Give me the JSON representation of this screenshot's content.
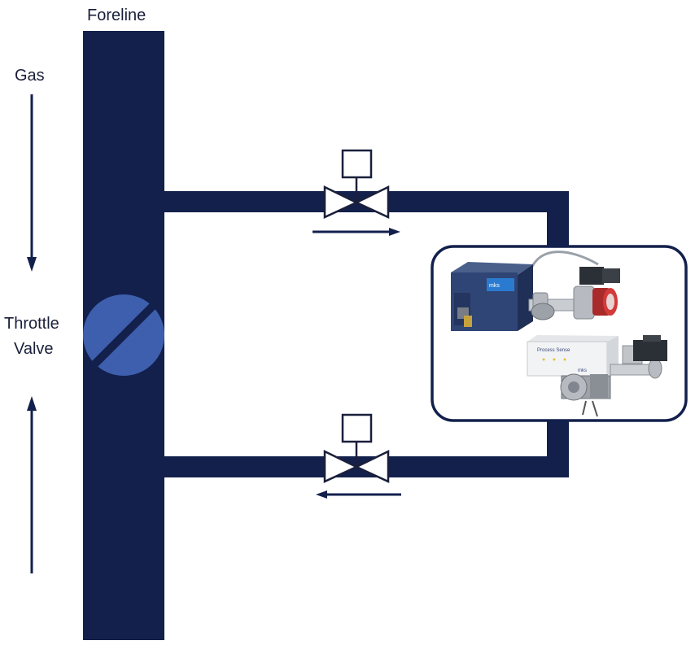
{
  "labels": {
    "foreline": "Foreline",
    "gas": "Gas",
    "throttle_valve_line1": "Throttle",
    "throttle_valve_line2": "Valve"
  },
  "equipment": {
    "upper_unit_badge": "mks",
    "lower_unit_label": "Process Sense",
    "lower_unit_badge": "mks"
  },
  "colors": {
    "pipe": "#13204c",
    "throttle_valve": "#3e5fae",
    "outline": "#1a1f3a",
    "panel_border": "#13204c"
  },
  "icons": {
    "valve": "valve-icon",
    "throttle": "throttle-valve-icon",
    "arrow": "flow-arrow-icon"
  }
}
